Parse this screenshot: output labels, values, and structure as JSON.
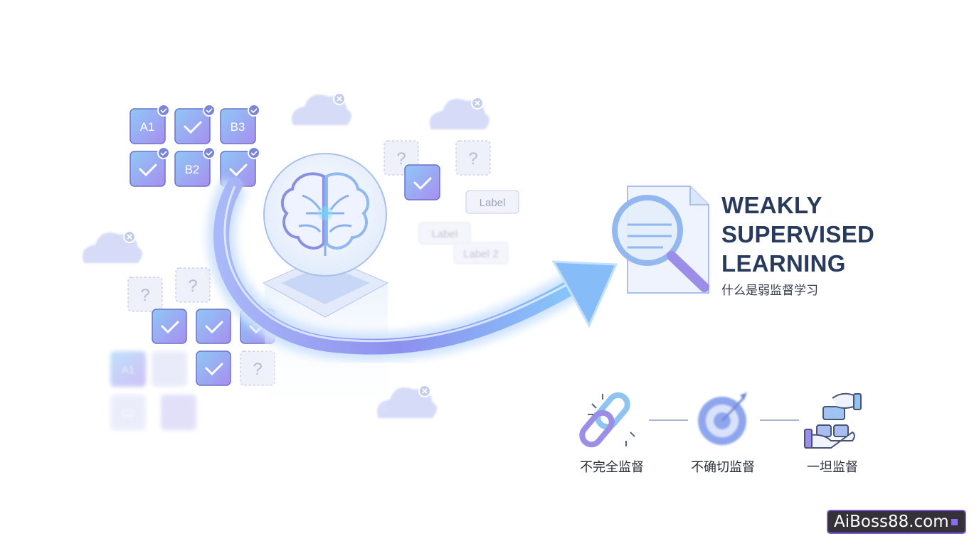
{
  "title": {
    "line1": "WEAKLY",
    "line2": "SUPERVISED",
    "line3": "LEARNING"
  },
  "subtitle": "什么是弱监督学习",
  "tiles": {
    "a1": "A1",
    "b3": "B3",
    "b2": "B2",
    "question": "?",
    "faded_a1": "A1",
    "faded_c2": "C2"
  },
  "floating_labels": [
    "Label",
    "Label",
    "Label 2"
  ],
  "steps": [
    {
      "label": "不完全监督",
      "icon": "broken-chain-icon"
    },
    {
      "label": "不确切监督",
      "icon": "target-icon"
    },
    {
      "label": "一坦监督",
      "icon": "hand-blocks-icon"
    }
  ],
  "watermark": "AiBoss88.com",
  "colors": {
    "accent": "#8a8ff0",
    "title": "#283a5e",
    "arrow": "#7fb2f5"
  }
}
